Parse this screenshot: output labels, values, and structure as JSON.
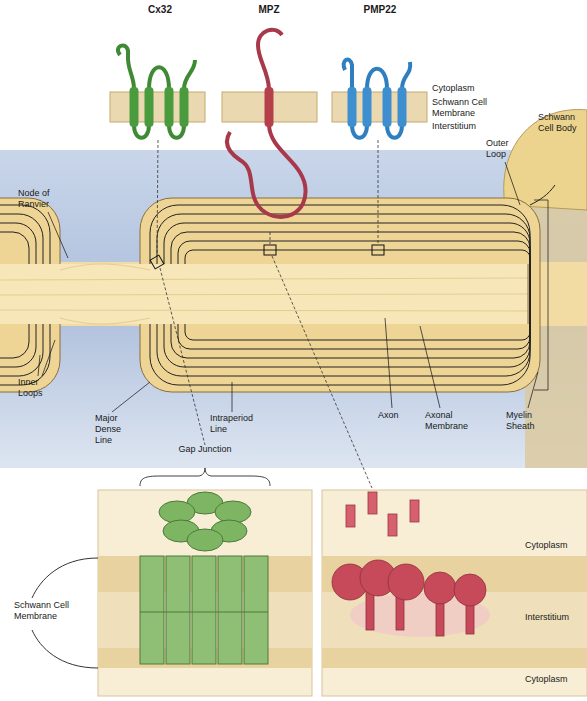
{
  "diagram": {
    "labels": [
      "Cx32",
      "MPZ",
      "PMP22",
      "Cytoplasm",
      "Schwann Cell Membrane",
      "Interstitium",
      "Schwann Cell Body",
      "Outer Loop",
      "Node of Ranvier",
      "Inner Loops",
      "Major Dense Line",
      "Intraperiod Line",
      "Axon",
      "Axonal Membrane",
      "Myelin Sheath",
      "Gap Junction",
      "Schwann Cell Membrane",
      "Cytoplasm",
      "Interstitium",
      "Cytoplasm"
    ]
  }
}
